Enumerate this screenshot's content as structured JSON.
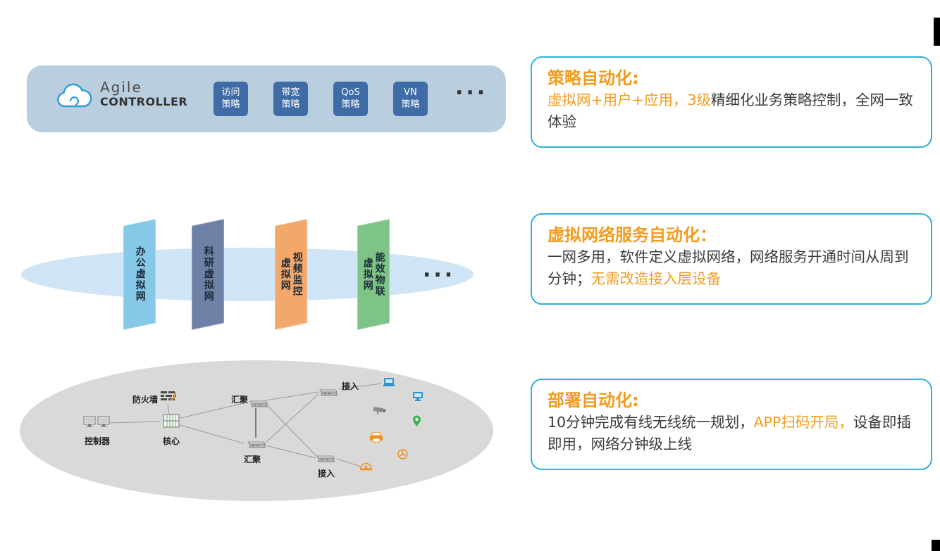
{
  "colors": {
    "accent_orange": "#f39b1d",
    "callout_border_cyan": "#2fb1d8",
    "banner_blue": "#b9cedf",
    "policy_button_blue": "#3f6ca6",
    "mid_ellipse_blue": "#cfe4f4",
    "phys_ellipse_gray": "#d9d9d9"
  },
  "top_banner": {
    "brand_line1": "Agile",
    "brand_line2": "CONTROLLER",
    "cloud_icon": "cloud-icon",
    "policies": [
      {
        "label": "访问\n策略"
      },
      {
        "label": "带宽\n策略"
      },
      {
        "label": "QoS\n策略"
      },
      {
        "label": "VN\n策略"
      }
    ],
    "ellipsis": "..."
  },
  "middle": {
    "panels": [
      {
        "label": "办公虚拟网",
        "color": "#85c8e8"
      },
      {
        "label": "科研虚拟网",
        "color": "#6d80a6"
      },
      {
        "label": "视频监控\n虚拟网",
        "color": "#f2a76b"
      },
      {
        "label": "能效物联\n虚拟网",
        "color": "#7ec487"
      }
    ],
    "ellipsis": "..."
  },
  "network": {
    "nodes": [
      {
        "id": "controller",
        "label": "控制器"
      },
      {
        "id": "firewall",
        "label": "防火墙"
      },
      {
        "id": "core",
        "label": "核心"
      },
      {
        "id": "agg_top",
        "label": "汇聚"
      },
      {
        "id": "agg_bottom",
        "label": "汇聚"
      },
      {
        "id": "access_top",
        "label": "接入"
      },
      {
        "id": "access_bottom",
        "label": "接入"
      }
    ],
    "devices": [
      "laptop-icon",
      "monitor-icon",
      "cctv-camera-icon",
      "location-pin-icon",
      "printer-icon",
      "fan-icon",
      "dome-camera-icon"
    ]
  },
  "callouts": [
    {
      "title": "策略自动化:",
      "segments": [
        {
          "text": "虚拟网+用户+应用，3级",
          "emphasis": true
        },
        {
          "text": "精细化业务策略控制，全网一致体验",
          "emphasis": false
        }
      ]
    },
    {
      "title": "虚拟网络服务自动化：",
      "segments": [
        {
          "text": "一网多用，软件定义虚拟网络，网络服务开通时间从周到分钟；",
          "emphasis": false
        },
        {
          "text": "无需改造接入层设备",
          "emphasis": true
        }
      ]
    },
    {
      "title": "部署自动化:",
      "segments": [
        {
          "text": "10分钟完成有线无线统一规划，",
          "emphasis": false
        },
        {
          "text": "APP扫码开局，",
          "emphasis": true
        },
        {
          "text": "设备即插即用，网络分钟级上线",
          "emphasis": false
        }
      ]
    }
  ]
}
